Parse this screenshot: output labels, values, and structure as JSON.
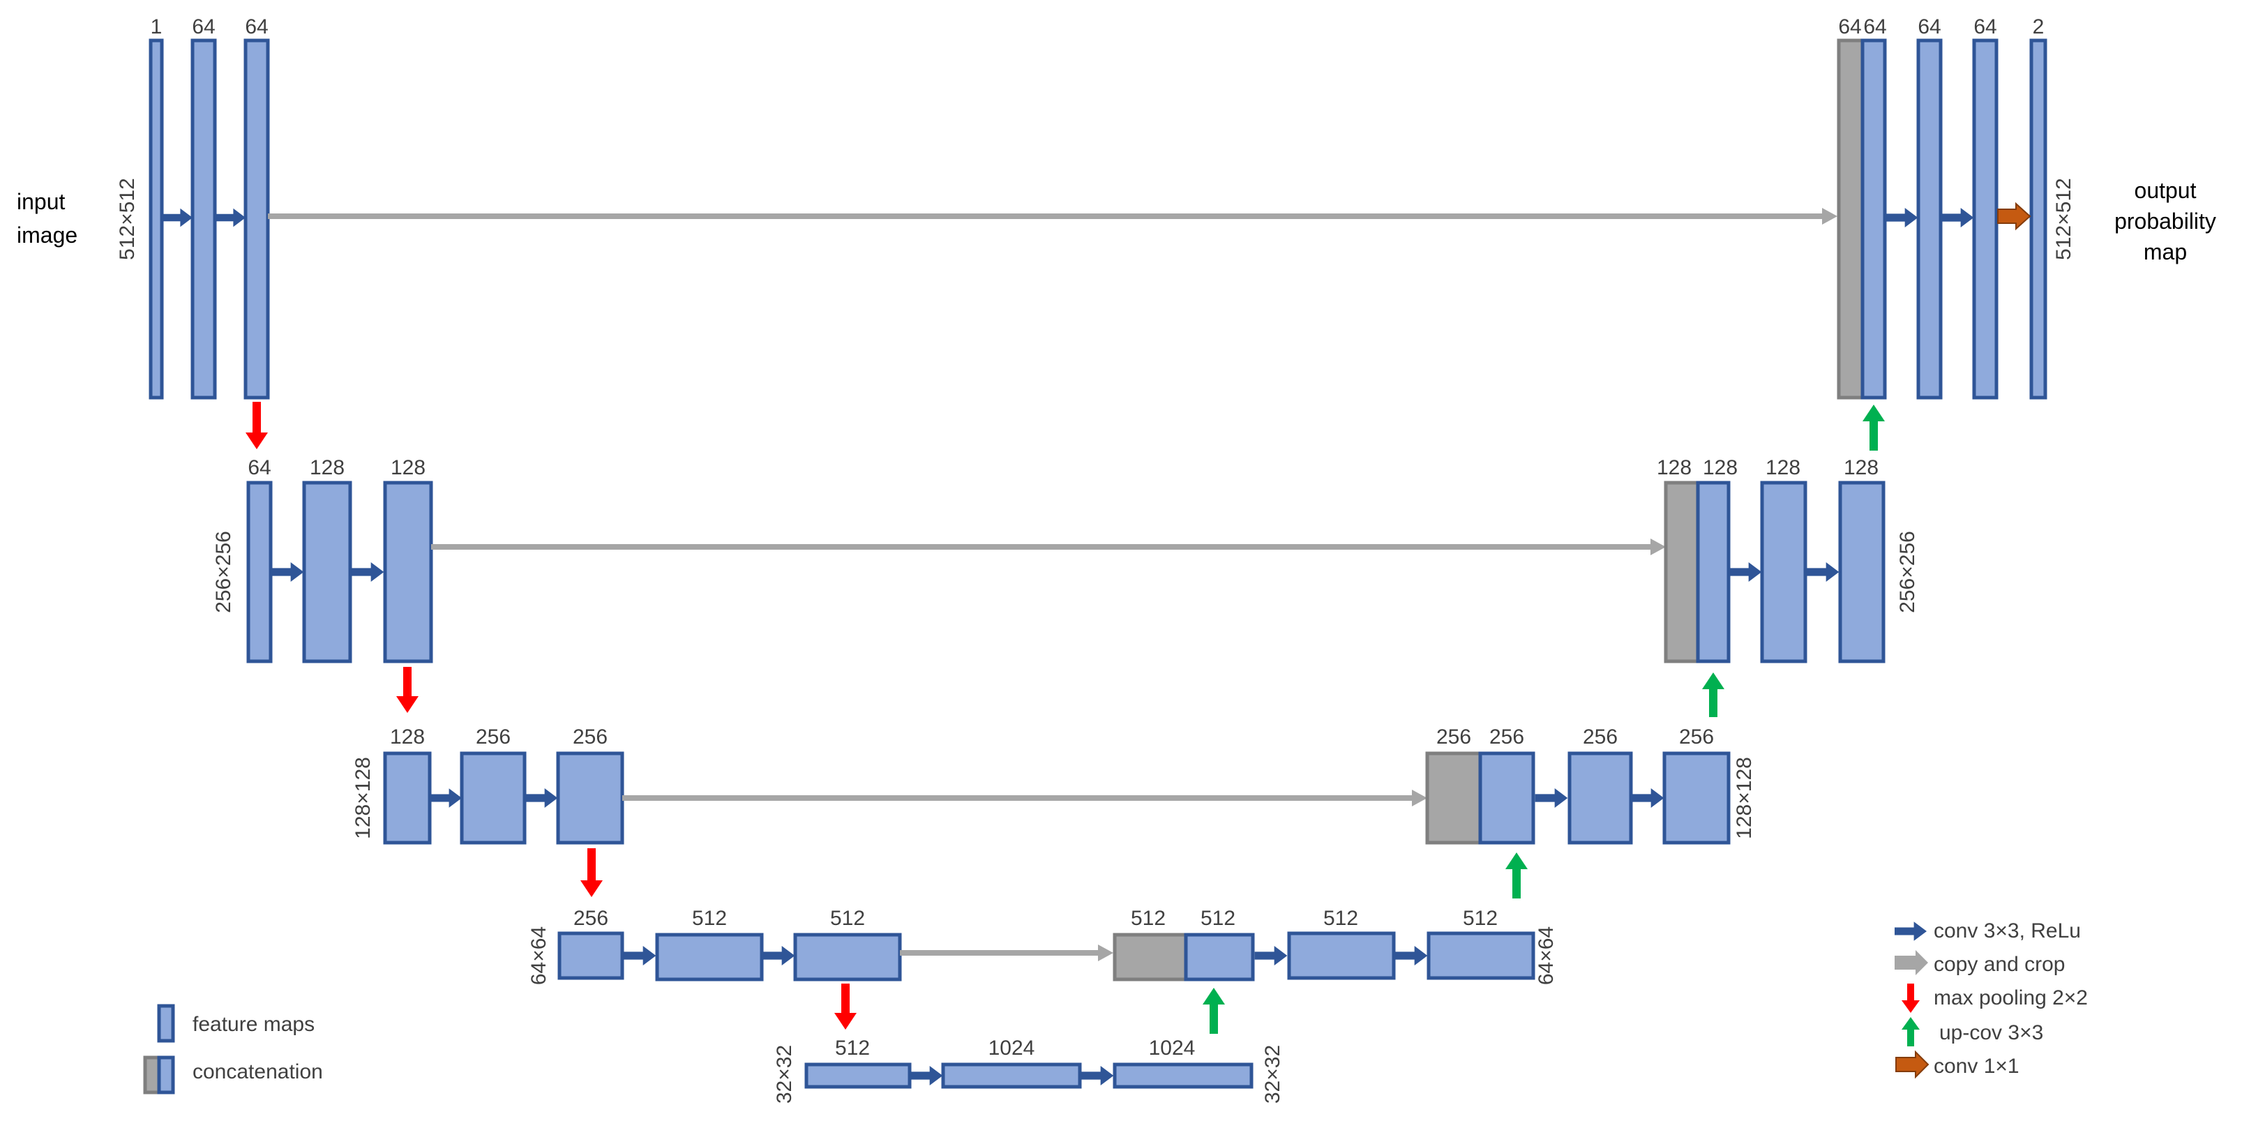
{
  "input_label": [
    "input",
    "image"
  ],
  "output_label": [
    "output",
    "probability",
    "map"
  ],
  "channels": {
    "enc1": [
      "1",
      "64",
      "64"
    ],
    "enc2": [
      "64",
      "128",
      "128"
    ],
    "enc3": [
      "128",
      "256",
      "256"
    ],
    "enc4": [
      "256",
      "512",
      "512"
    ],
    "bottleneck": [
      "512",
      "1024",
      "1024"
    ],
    "dec4": [
      "512",
      "512",
      "512",
      "512"
    ],
    "dec3": [
      "256",
      "256",
      "256",
      "256"
    ],
    "dec2": [
      "128",
      "128",
      "128",
      "128"
    ],
    "dec1": [
      "64",
      "64",
      "64",
      "64",
      "2"
    ]
  },
  "resolutions": {
    "level1": "512×512",
    "level2": "256×256",
    "level3": "128×128",
    "level4": "64×64",
    "level5": "32×32"
  },
  "legend_left": {
    "feature_maps": "feature maps",
    "concatenation": "concatenation"
  },
  "legend_right": {
    "conv": "conv 3×3, ReLu",
    "copy": "copy and crop",
    "pool": "max pooling 2×2",
    "up": "up-cov 3×3",
    "conv1x1": "conv 1×1"
  },
  "colors": {
    "feature_map_fill": "#8faadc",
    "feature_map_border": "#2f5597",
    "copy": "#a6a6a6",
    "pool": "#ff0000",
    "up": "#00b050",
    "conv1x1": "#c55a11"
  }
}
